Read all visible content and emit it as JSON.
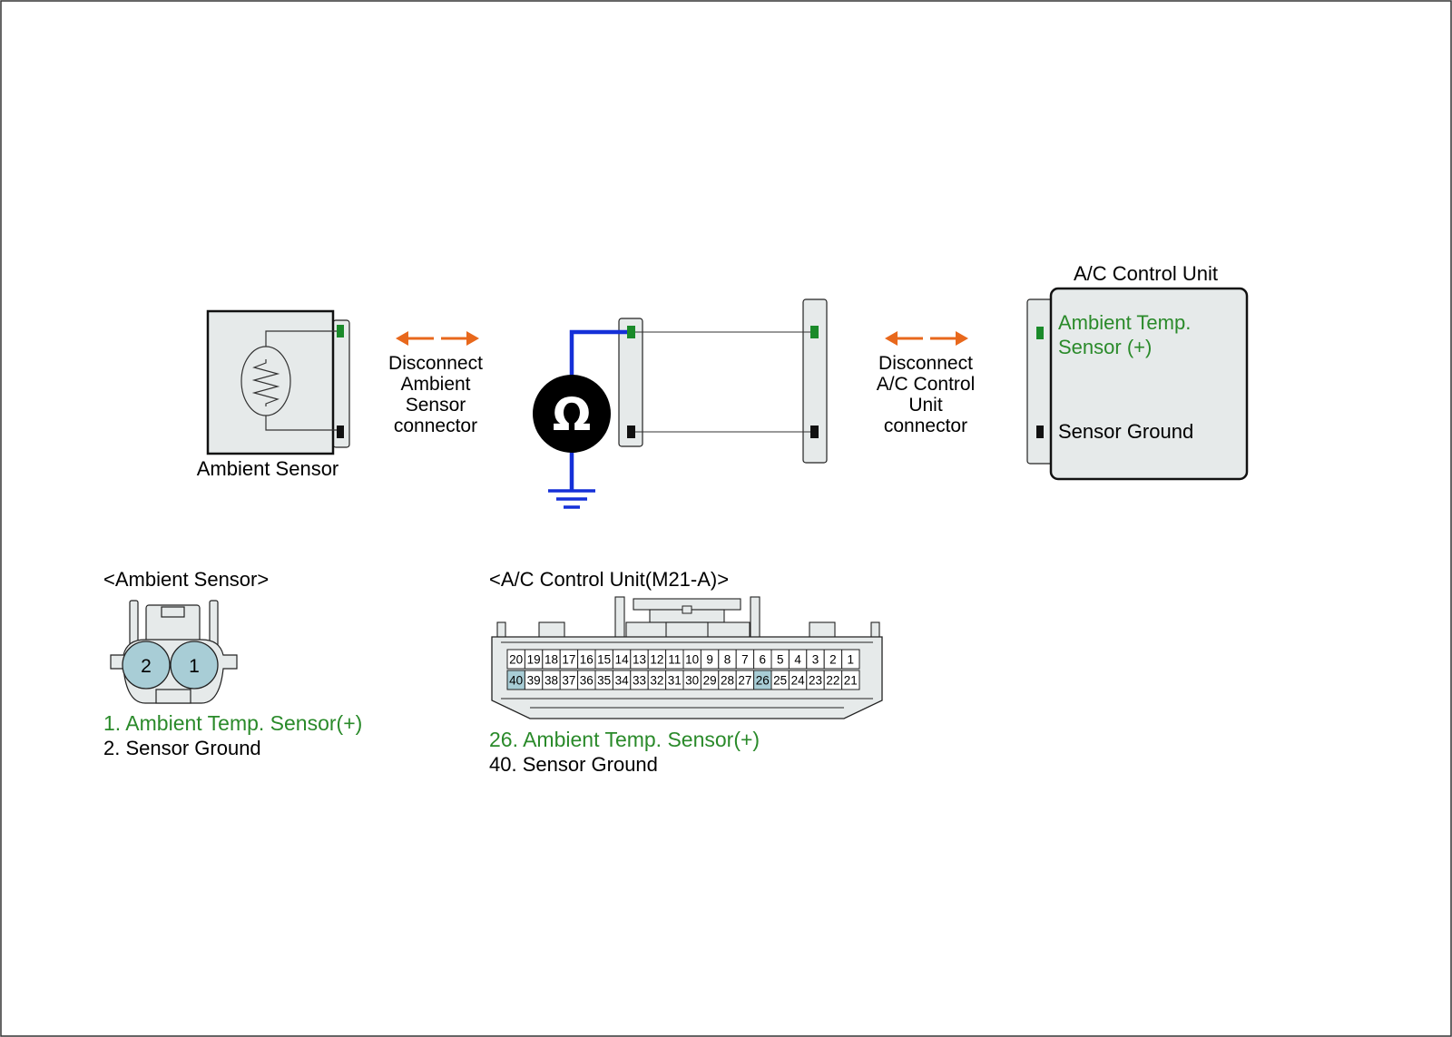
{
  "colors": {
    "green": "#2a8a2a",
    "orange": "#e8681c",
    "blue": "#1530d8",
    "connector_fill": "#e6eaea",
    "pin_highlight": "#a8cdd6",
    "pin_green": "#1a8a2a",
    "pin_black": "#111111"
  },
  "diagram": {
    "ambient_sensor_label": "Ambient Sensor",
    "disconnect_sensor_lines": [
      "Disconnect",
      "Ambient",
      "Sensor",
      "connector"
    ],
    "disconnect_unit_lines": [
      "Disconnect",
      "A/C Control",
      "Unit",
      "connector"
    ],
    "control_unit_title": "A/C Control Unit",
    "control_unit_pin_plus_lines": [
      "Ambient Temp.",
      "Sensor (+)"
    ],
    "control_unit_pin_ground": "Sensor Ground",
    "meter_symbol": "Ω",
    "icons": [
      "thermistor-icon",
      "ohmmeter-icon",
      "ground-icon",
      "double-arrow-icon"
    ]
  },
  "ambient_connector": {
    "title": "<Ambient Sensor>",
    "pins": [
      "2",
      "1"
    ],
    "legend": [
      {
        "text": "1. Ambient Temp. Sensor(+)",
        "color": "green"
      },
      {
        "text": "2. Sensor Ground",
        "color": "black"
      }
    ]
  },
  "unit_connector": {
    "title": "<A/C Control Unit(M21-A)>",
    "top_row": [
      "20",
      "19",
      "18",
      "17",
      "16",
      "15",
      "14",
      "13",
      "12",
      "11",
      "10",
      "9",
      "8",
      "7",
      "6",
      "5",
      "4",
      "3",
      "2",
      "1"
    ],
    "bottom_row": [
      "40",
      "39",
      "38",
      "37",
      "36",
      "35",
      "34",
      "33",
      "32",
      "31",
      "30",
      "29",
      "28",
      "27",
      "26",
      "25",
      "24",
      "23",
      "22",
      "21"
    ],
    "highlighted": [
      "40",
      "26"
    ],
    "legend": [
      {
        "text": "26. Ambient Temp. Sensor(+)",
        "color": "green"
      },
      {
        "text": "40. Sensor Ground",
        "color": "black"
      }
    ]
  }
}
